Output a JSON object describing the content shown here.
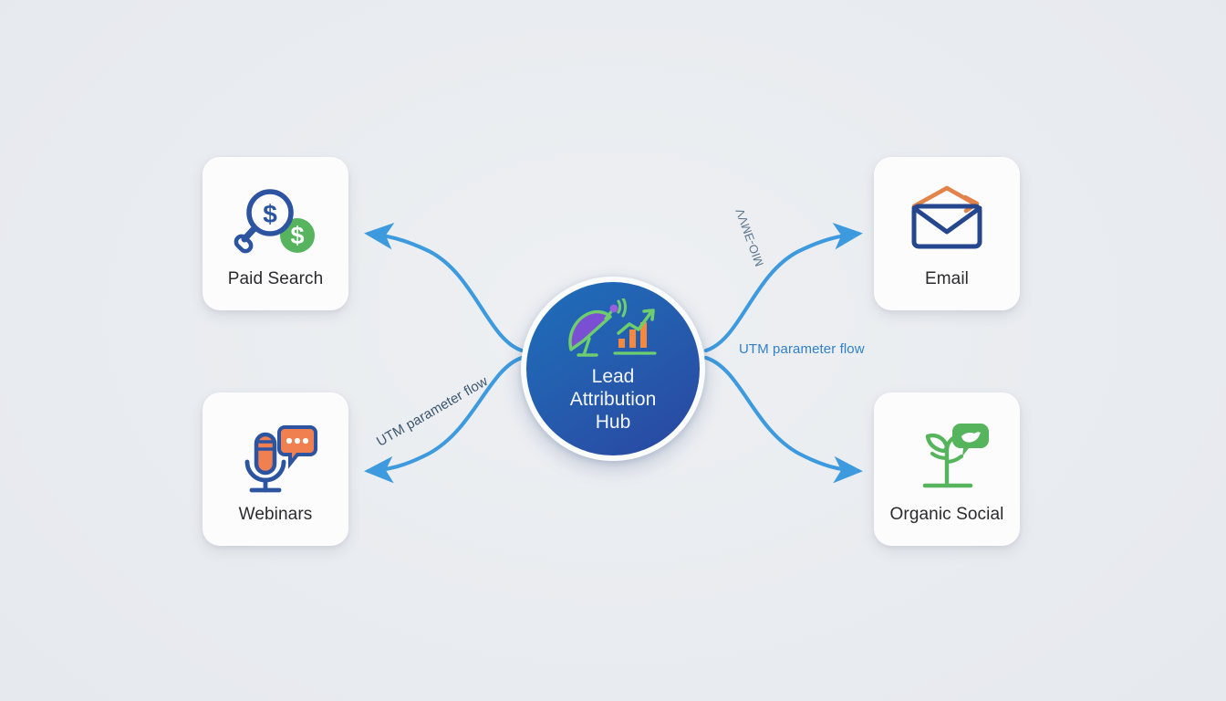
{
  "diagram": {
    "type": "hub-and-spoke",
    "background_color": "#eaedf1",
    "accent_color": "#3d9ade",
    "hub": {
      "title": "Lead\nAttribution\nHub",
      "title_lines": [
        "Lead",
        "Attribution",
        "Hub"
      ],
      "icon": "satellite-dish-bar-chart-icon",
      "gradient_from": "#1d6fb9",
      "gradient_to": "#2a46a0",
      "text_color": "#f3f7fb"
    },
    "nodes": [
      {
        "id": "paid-search",
        "label": "Paid Search",
        "icon": "magnifier-dollar-icon",
        "position": "top-left",
        "icon_colors": {
          "primary": "#2c54a0",
          "accent": "#4caf50"
        }
      },
      {
        "id": "webinars",
        "label": "Webinars",
        "icon": "microphone-chat-icon",
        "position": "bottom-left",
        "icon_colors": {
          "primary": "#2c54a0",
          "accent": "#f08050"
        }
      },
      {
        "id": "email",
        "label": "Email",
        "icon": "envelope-arrow-icon",
        "position": "top-right",
        "icon_colors": {
          "primary": "#26478d",
          "accent": "#e2834a"
        }
      },
      {
        "id": "organic-social",
        "label": "Organic Social",
        "icon": "sprout-social-bubble-icon",
        "position": "bottom-right",
        "icon_colors": {
          "primary": "#56b45c",
          "accent": "#56b45c"
        }
      }
    ],
    "edges": [
      {
        "id": "hub-to-paid-search",
        "from": "hub",
        "to": "paid-search",
        "direction": "outbound",
        "arrowhead": "end",
        "color": "#3d9ade"
      },
      {
        "id": "hub-to-webinars",
        "from": "hub",
        "to": "webinars",
        "direction": "outbound",
        "arrowhead": "end",
        "color": "#3d9ade",
        "label": "UTM parameter flow"
      },
      {
        "id": "hub-to-email",
        "from": "hub",
        "to": "email",
        "direction": "outbound",
        "arrowhead": "end",
        "color": "#3d9ade",
        "label": "UTM parameter flow"
      },
      {
        "id": "hub-to-organic-social",
        "from": "hub",
        "to": "organic-social",
        "direction": "outbound",
        "arrowhead": "end",
        "color": "#3d9ade"
      }
    ],
    "flow_labels": {
      "right_horizontal": "UTM parameter flow",
      "left_curved": "UTM parameter flow",
      "right_curved": "MIO-ƎMVV"
    }
  }
}
